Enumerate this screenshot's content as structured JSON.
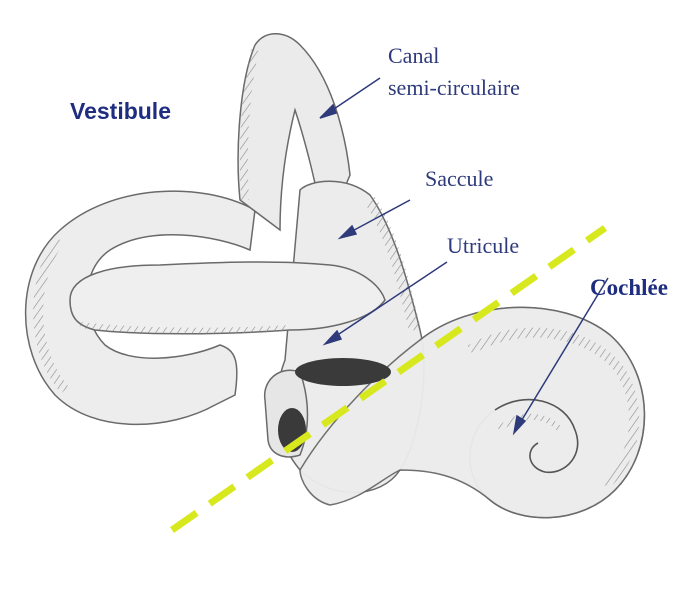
{
  "labels": {
    "vestibule": "Vestibule",
    "canal_line1": "Canal",
    "canal_line2": "semi-circulaire",
    "saccule": "Saccule",
    "utricule": "Utricule",
    "cochlee": "Cochlée"
  },
  "colors": {
    "label_text": "#2e3a7a",
    "title_text": "#1f2d80",
    "arrow": "#2e3a7a",
    "divider_dashes": "#d8e81e",
    "structure_fill": "#ececec",
    "structure_shading": "#7a7a7a",
    "cavity": "#3a3a3a"
  }
}
